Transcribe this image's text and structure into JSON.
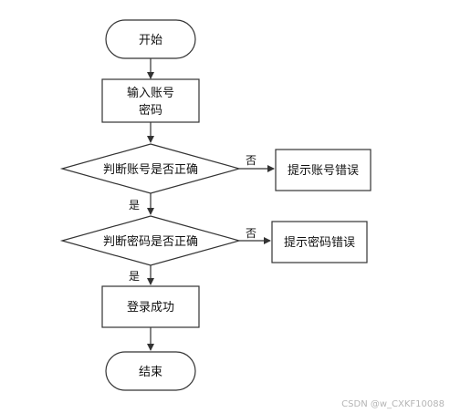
{
  "flowchart": {
    "start": "开始",
    "input": [
      "输入账号",
      "密码"
    ],
    "check_account": "判断账号是否正确",
    "account_error": "提示账号错误",
    "check_password": "判断密码是否正确",
    "password_error": "提示密码错误",
    "success": "登录成功",
    "end": "结束",
    "no_label": "否",
    "yes_label": "是"
  },
  "watermark": "CSDN @w_CXKF10088"
}
